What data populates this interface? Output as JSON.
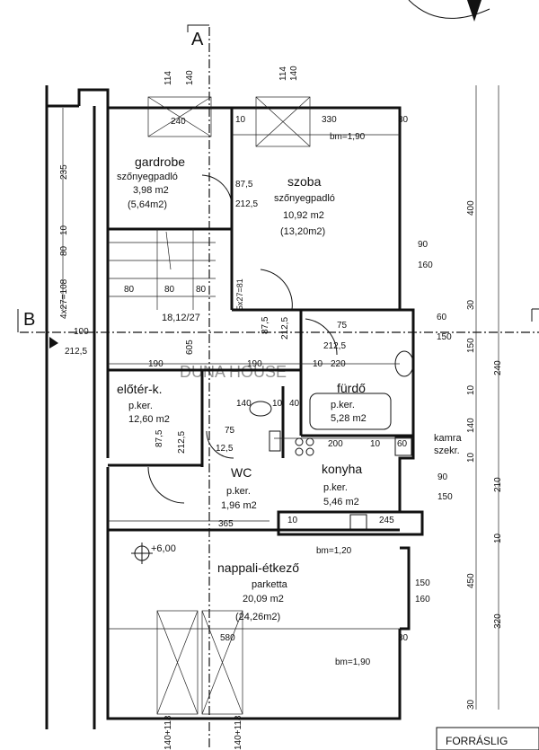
{
  "sections": {
    "a": "A",
    "b": "B"
  },
  "corner_label": "FORRÁSLIG",
  "rooms": {
    "gardrobe": {
      "name": "gardrobe",
      "floor": "szőnyegpadló",
      "area": "3,98  m2",
      "area2": "(5,64m2)"
    },
    "szoba": {
      "name": "szoba",
      "floor": "szőnyegpadló",
      "area": "10,92  m2",
      "area2": "(13,20m2)"
    },
    "eloter": {
      "name": "előtér-k.",
      "floor": "p.ker.",
      "area": "12,60  m2"
    },
    "furdo": {
      "name": "fürdő",
      "floor": "p.ker.",
      "area": "5,28  m2"
    },
    "wc": {
      "name": "WC",
      "floor": "p.ker.",
      "area": "1,96  m2"
    },
    "konyha": {
      "name": "konyha",
      "floor": "p.ker.",
      "area": "5,46  m2"
    },
    "kamra": {
      "line1": "kamra",
      "line2": "szekr."
    },
    "nappali": {
      "name": "nappali-étkező",
      "floor": "parketta",
      "area": "20,09  m2",
      "area2": "(24,26m2)"
    }
  },
  "level": "+6,00",
  "stair": "18,12/27",
  "watermark": "DUNA HOUSE",
  "dims": {
    "d114a": "114",
    "d140a": "140",
    "d114b": "114",
    "d140b": "140",
    "d240": "240",
    "d10a": "10",
    "d330": "330",
    "d30a": "30",
    "bm1": "bm=1,90",
    "d235": "235",
    "d4x27": "4x27=108",
    "d80v": "80",
    "d10v": "10",
    "d87_5a": "87,5",
    "d212_5a": "212,5",
    "d80a": "80",
    "d80b": "80",
    "d80c": "80",
    "d90a": "90",
    "d160a": "160",
    "d5x27": "5x27=81",
    "d100": "100",
    "d212_5b": "212,5",
    "d605": "605",
    "d87_5b": "87,5",
    "d212_5c": "212,5",
    "d75a": "75",
    "d212_5d": "212,5",
    "d60": "60",
    "d150a": "150",
    "d190a": "190",
    "d190b": "190",
    "d10b": "10",
    "d220": "220",
    "d140b2": "140",
    "d10c": "10",
    "d40": "40",
    "d75b": "75",
    "d87_5c": "87,5",
    "d212_5e": "212,5",
    "d12_5": "12,5",
    "d200": "200",
    "d10d": "10",
    "d60b": "60",
    "d90b": "90",
    "d150b": "150",
    "d365": "365",
    "d10e": "10",
    "d245": "245",
    "bm2": "bm=1,20",
    "d150c": "150",
    "d160b": "160",
    "d580": "580",
    "d30b": "30",
    "bm3": "bm=1,90",
    "d140_118a": "140+118",
    "d140_118b": "140+118",
    "r400": "400",
    "r30a": "30",
    "r150": "150",
    "r240": "240",
    "r10a": "10",
    "r140": "140",
    "r10b": "10",
    "r210": "210",
    "r10c": "10",
    "r450": "450",
    "r320": "320",
    "r30b": "30"
  }
}
